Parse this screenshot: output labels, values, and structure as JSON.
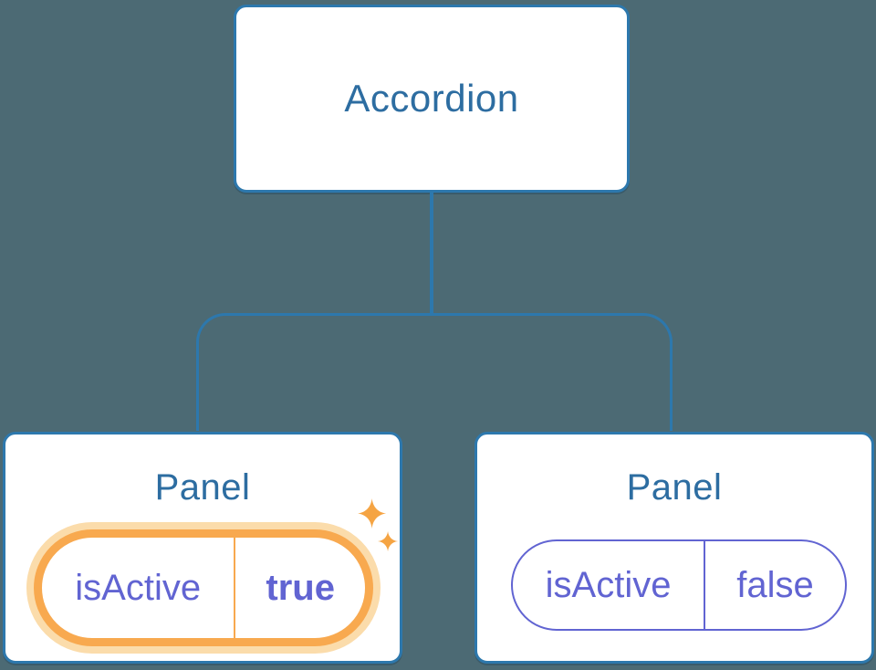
{
  "palette": {
    "canvas-bg": "#4c6a74",
    "node-bg": "#ffffff",
    "tree-line": "#2d78ad",
    "node-text": "#2d6da1",
    "state-purple": "#6164d2",
    "active-orange": "#f8a94f",
    "active-halo": "#fbdcab",
    "active-divider": "#f8a94f",
    "sparkle-orange": "#f5a443"
  },
  "diagram": {
    "type": "component-tree",
    "root": {
      "label": "Accordion"
    },
    "children": [
      {
        "title": "Panel",
        "active": true,
        "highlight": "sparkles",
        "state": {
          "name": "isActive",
          "value": "true"
        }
      },
      {
        "title": "Panel",
        "active": false,
        "state": {
          "name": "isActive",
          "value": "false"
        }
      }
    ]
  }
}
